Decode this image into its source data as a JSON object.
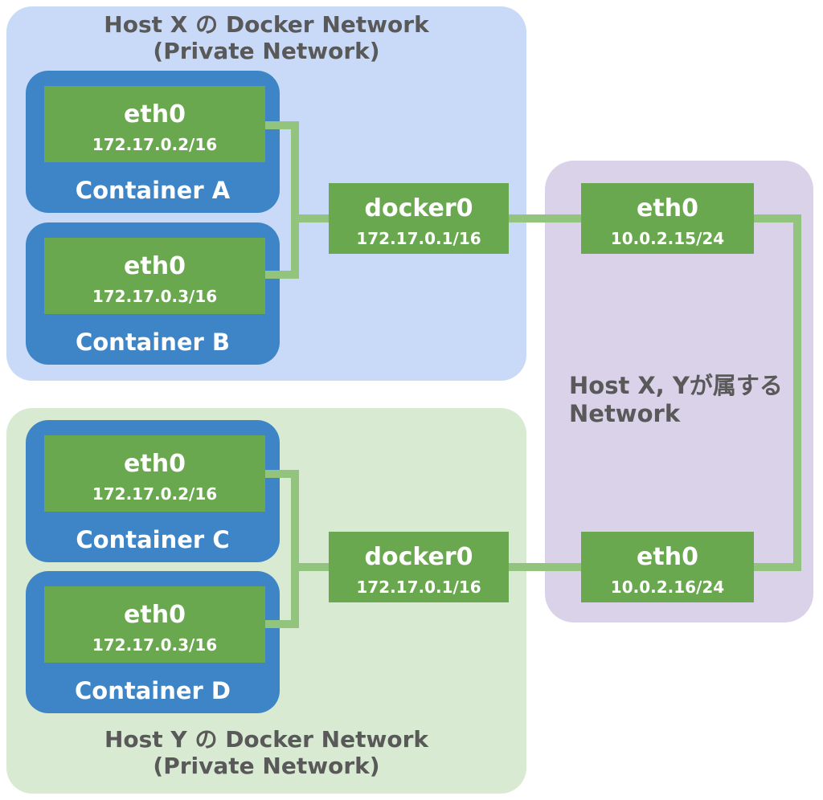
{
  "diagram": {
    "host_x": {
      "title_line1": "Host X の Docker Network",
      "title_line2": "(Private Network)",
      "containers": [
        {
          "name": "Container A",
          "iface": "eth0",
          "ip": "172.17.0.2/16"
        },
        {
          "name": "Container B",
          "iface": "eth0",
          "ip": "172.17.0.3/16"
        }
      ],
      "bridge": {
        "iface": "docker0",
        "ip": "172.17.0.1/16"
      },
      "host_iface": {
        "iface": "eth0",
        "ip": "10.0.2.15/24"
      }
    },
    "host_y": {
      "title_line1": "Host Y の Docker Network",
      "title_line2": "(Private Network)",
      "containers": [
        {
          "name": "Container C",
          "iface": "eth0",
          "ip": "172.17.0.2/16"
        },
        {
          "name": "Container D",
          "iface": "eth0",
          "ip": "172.17.0.3/16"
        }
      ],
      "bridge": {
        "iface": "docker0",
        "ip": "172.17.0.1/16"
      },
      "host_iface": {
        "iface": "eth0",
        "ip": "10.0.2.16/24"
      }
    },
    "shared_network": {
      "label_line1": "Host X, Yが属する",
      "label_line2": "Network"
    },
    "colors": {
      "host_x_bg": "#c9daf8",
      "host_y_bg": "#d9ead3",
      "shared_bg": "#d9d2e9",
      "container_bg": "#3d85c6",
      "iface_bg": "#6aa84f",
      "connector": "#93c47d",
      "title_text": "#595959",
      "iface_text": "#ffffff"
    }
  }
}
